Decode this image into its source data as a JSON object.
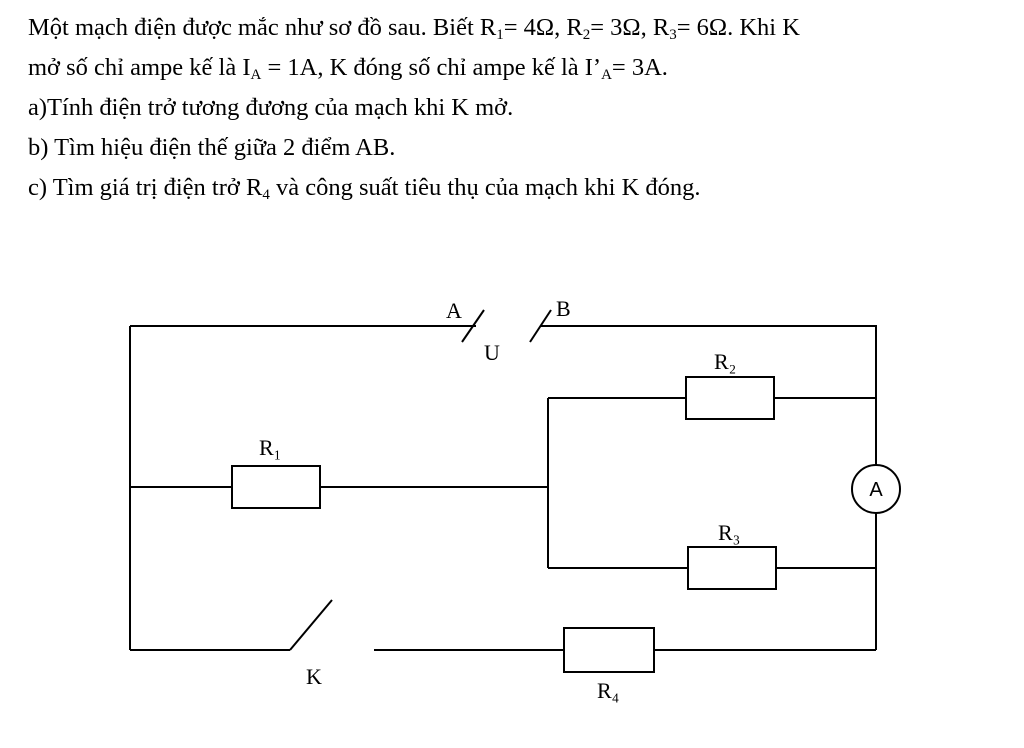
{
  "problem": {
    "line1_a": "Một mạch điện được mắc như sơ đồ sau. Biết R",
    "line1_b": "= 4Ω, R",
    "line1_c": "= 3Ω, R",
    "line1_d": "= 6Ω. Khi K",
    "line2_a": "mở số chỉ ampe kế là I",
    "line2_b": " = 1A, K đóng số chỉ ampe kế là I’",
    "line2_c": "= 3A.",
    "sub_1": "1",
    "sub_2": "2",
    "sub_3": "3",
    "sub_A": "A",
    "sub_A2": "A",
    "q_a": "a)Tính điện trở tương đương của mạch khi K mở.",
    "q_b": "b) Tìm hiệu điện thế giữa 2 điểm AB.",
    "q_c_a": "c) Tìm giá trị điện trở R",
    "q_c_sub": "4",
    "q_c_b": "  và công suất tiêu thụ của mạch khi K đóng."
  },
  "circuit": {
    "terminal_a": "A",
    "terminal_b": "B",
    "voltage": "U",
    "r1": "R₁",
    "r2": "R₂",
    "r3": "R₃",
    "r4": "R₄",
    "switch": "K",
    "ammeter": "A"
  }
}
